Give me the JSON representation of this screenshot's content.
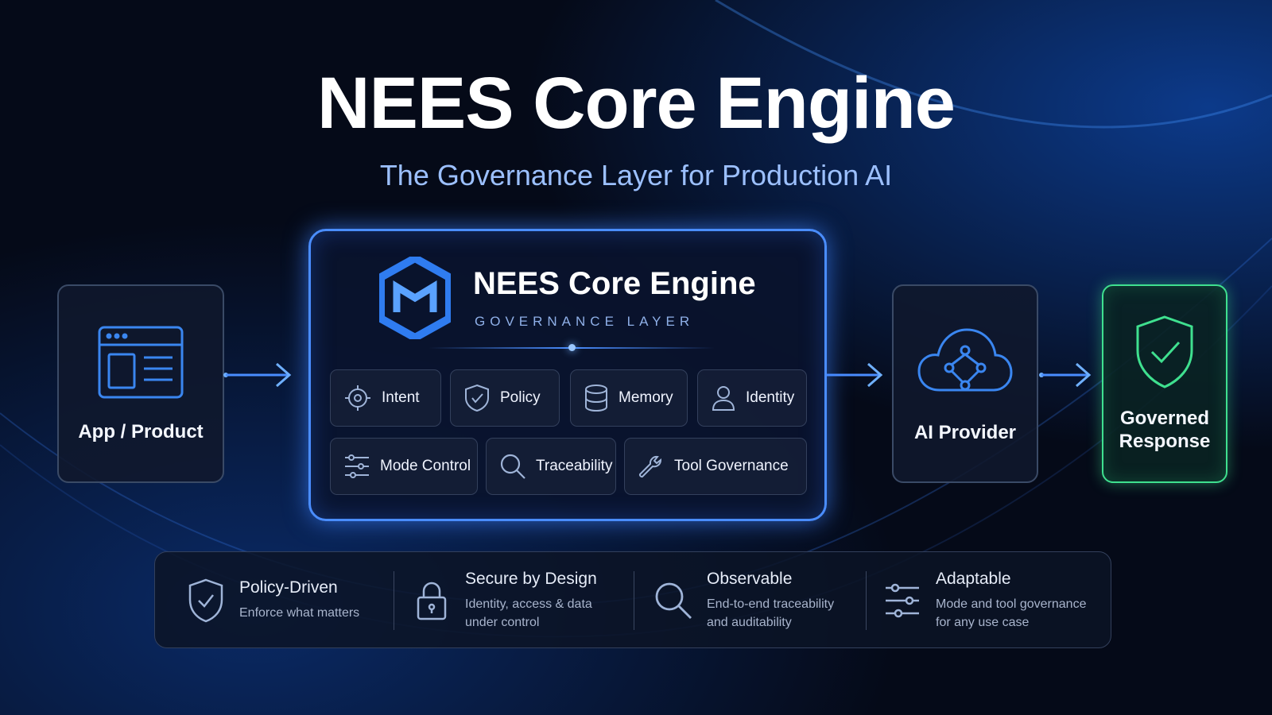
{
  "header": {
    "title": "NEES Core Engine",
    "subtitle": "The Governance Layer for Production AI"
  },
  "flow": {
    "app_label": "App / Product",
    "provider_label": "AI Provider",
    "governed_label_line1": "Governed",
    "governed_label_line2": "Response"
  },
  "core": {
    "title": "NEES Core Engine",
    "subtitle": "GOVERNANCE LAYER",
    "modules": [
      "Intent",
      "Policy",
      "Memory",
      "Identity",
      "Mode Control",
      "Traceability",
      "Tool Governance"
    ]
  },
  "features": [
    {
      "title": "Policy-Driven",
      "line1": "Enforce what matters",
      "line2": ""
    },
    {
      "title": "Secure by Design",
      "line1": "Identity, access & data",
      "line2": "under control"
    },
    {
      "title": "Observable",
      "line1": "End-to-end traceability",
      "line2": "and auditability"
    },
    {
      "title": "Adaptable",
      "line1": "Mode and tool governance",
      "line2": "for any use case"
    }
  ],
  "colors": {
    "accent_blue": "#4a8dff",
    "accent_green": "#3fe08f",
    "background": "#050a18"
  }
}
